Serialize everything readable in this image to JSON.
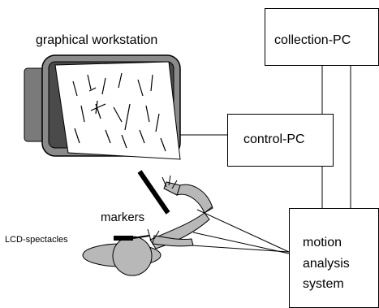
{
  "labels": {
    "workstation": "graphical workstation",
    "markers": "markers",
    "spectacles": "LCD-spectacles"
  },
  "boxes": {
    "collection": "collection-PC",
    "control": "control-PC",
    "motion_line1": "motion",
    "motion_line2": "analysis",
    "motion_line3": "system"
  },
  "colors": {
    "line": "#000000",
    "monitor_frame": "#8a8a8a",
    "figure_fill": "#b8b8b8",
    "screen": "#ffffff"
  }
}
